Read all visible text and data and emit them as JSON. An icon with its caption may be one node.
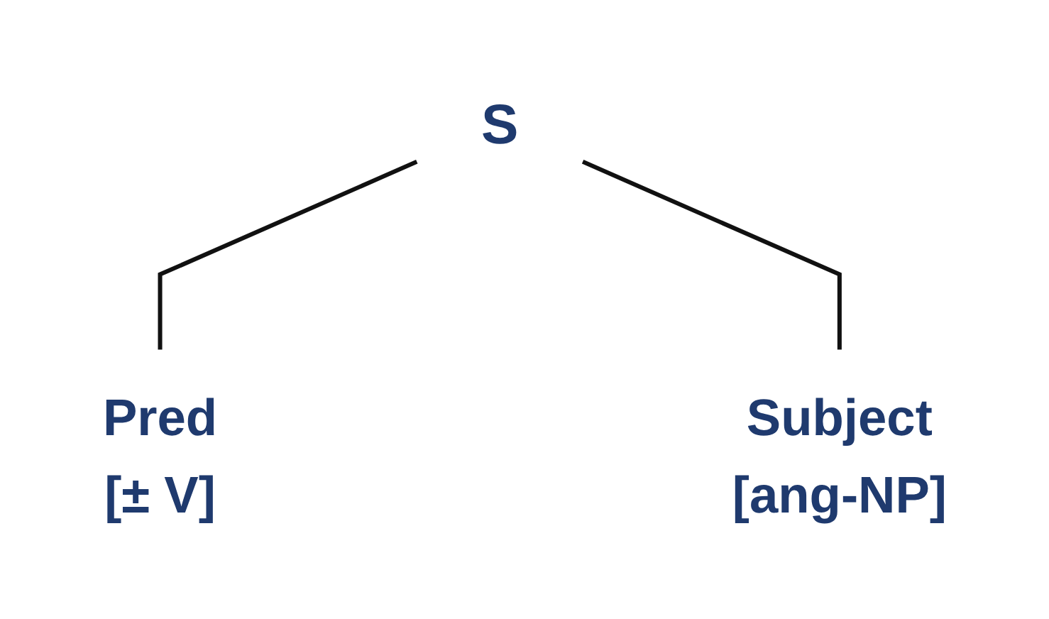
{
  "diagram": {
    "nodes": [
      {
        "text": [
          "S"
        ]
      },
      {
        "text": [
          "Pred",
          "[± V]"
        ]
      },
      {
        "text": [
          "Subject",
          "[ang-NP]"
        ]
      }
    ],
    "edges": [
      {
        "from": 0,
        "to": 1,
        "arrow": "none"
      },
      {
        "from": 0,
        "to": 2,
        "arrow": "none"
      }
    ]
  }
}
